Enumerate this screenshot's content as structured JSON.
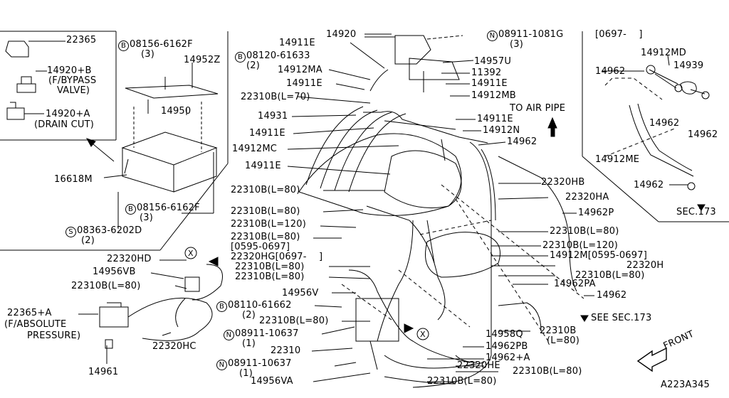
{
  "diagram": {
    "drawing_code": "A223A345",
    "front_label": "FRONT",
    "inset_top_left": [
      {
        "key": "p22365",
        "text": "22365"
      },
      {
        "key": "p14920b",
        "text": "14920+B"
      },
      {
        "key": "p14920b_desc",
        "text": "(F/BYPASS"
      },
      {
        "key": "p14920b_desc2",
        "text": "VALVE)"
      },
      {
        "key": "p14920a",
        "text": "14920+A"
      },
      {
        "key": "p14920a_desc",
        "text": "(DRAIN CUT)"
      }
    ],
    "inset_top_right": {
      "range": "[0697-    ]",
      "parts": [
        "14912MD",
        "14962",
        "14939",
        "14962",
        "14962",
        "14912ME",
        "14962"
      ],
      "sec": "SEC.173"
    },
    "canister": [
      {
        "sym": "B",
        "text": "08156-6162F",
        "qty": "(3)"
      },
      {
        "text": "14952Z"
      },
      {
        "text": "14950"
      },
      {
        "text": "16618M"
      },
      {
        "sym": "B",
        "text": "08156-6162F",
        "qty": "(3)"
      },
      {
        "sym": "S",
        "text": "08363-6202D",
        "qty": "(2)"
      }
    ],
    "main_left": [
      "14920",
      "14911E",
      "08120-61633",
      "(2)",
      "14912MA",
      "14911E",
      "22310B(L=70)",
      "14931",
      "14911E",
      "14912MC",
      "14911E",
      "22310B(L=80)",
      "22310B(L=80)",
      "22310B(L=120)",
      "22310B(L=80)",
      "[0595-0697]",
      "22320HG[0697-    ]",
      "22310B(L=80)",
      "22310B(L=80)",
      "14956V",
      "08110-61662",
      "(2)",
      "22310B(L=80)",
      "08911-10637",
      "(1)",
      "22310",
      "08911-10637",
      "(1)",
      "14956VA"
    ],
    "main_right": [
      "08911-1081G",
      "(3)",
      "14957U",
      "11392",
      "14911E",
      "14912MB",
      "14911E",
      "14912N",
      "TO AIR PIPE",
      "14962",
      "22320HB",
      "22320HA",
      "14962P",
      "22310B(L=80)",
      "22310B(L=120)",
      "14912M[0595-0697]",
      "22320H",
      "22310B(L=80)",
      "14962PA",
      "14962",
      "SEE SEC.173",
      "22310B",
      "(L=80)",
      "14958Q",
      "14962PB",
      "14962+A",
      "22320HE",
      "22310B(L=80)",
      "22310B(L=80)"
    ],
    "bottom_left": [
      "22320HD",
      "14956VB",
      "22310B(L=80)",
      "22365+A",
      "(F/ABSOLUTE",
      "PRESSURE)",
      "22320HC",
      "14961"
    ],
    "markers": {
      "x": "X"
    }
  }
}
